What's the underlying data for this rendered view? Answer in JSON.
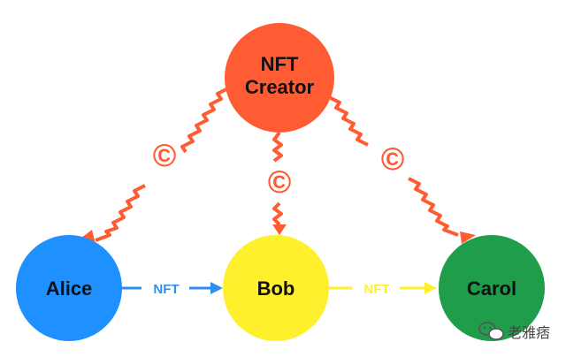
{
  "nodes": {
    "creator": {
      "line1": "NFT",
      "line2": "Creator",
      "color": "#ff5c33",
      "text_color": "#111111"
    },
    "alice": {
      "label": "Alice",
      "color": "#1e90ff",
      "text_color": "#111111"
    },
    "bob": {
      "label": "Bob",
      "color": "#fff02e",
      "text_color": "#111111"
    },
    "carol": {
      "label": "Carol",
      "color": "#1f9d4a",
      "text_color": "#111111"
    }
  },
  "edges": {
    "alice_to_bob": {
      "label": "NFT",
      "color": "#2f8ff0"
    },
    "bob_to_carol": {
      "label": "NFT",
      "color": "#fff02e"
    },
    "royalty_symbol": "©",
    "royalty_color": "#ff5c33"
  },
  "watermark": {
    "text": "老雅痞"
  }
}
